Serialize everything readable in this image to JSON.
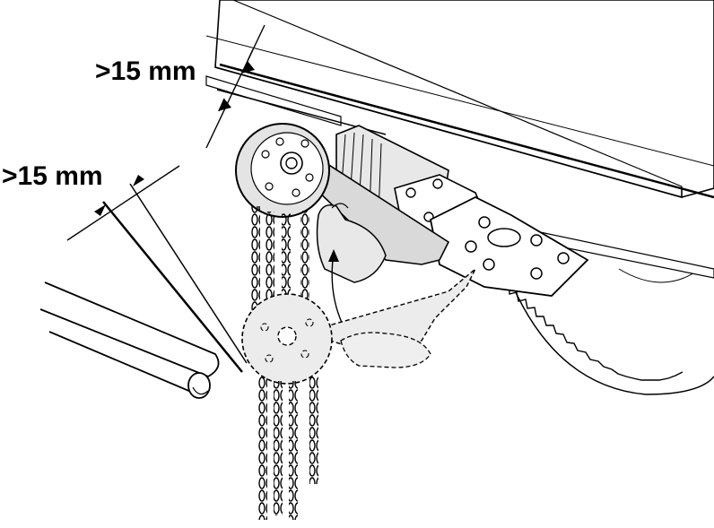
{
  "dimensions": {
    "top_clearance": ">15 mm",
    "side_clearance": ">15 mm"
  },
  "colors": {
    "line": "#000000",
    "metal_fill": "#d9d9d9",
    "ghost_fill": "#e6e6e6",
    "background": "#ffffff"
  },
  "icons": {
    "swing_arrow": "double-headed-curved-arrow"
  }
}
